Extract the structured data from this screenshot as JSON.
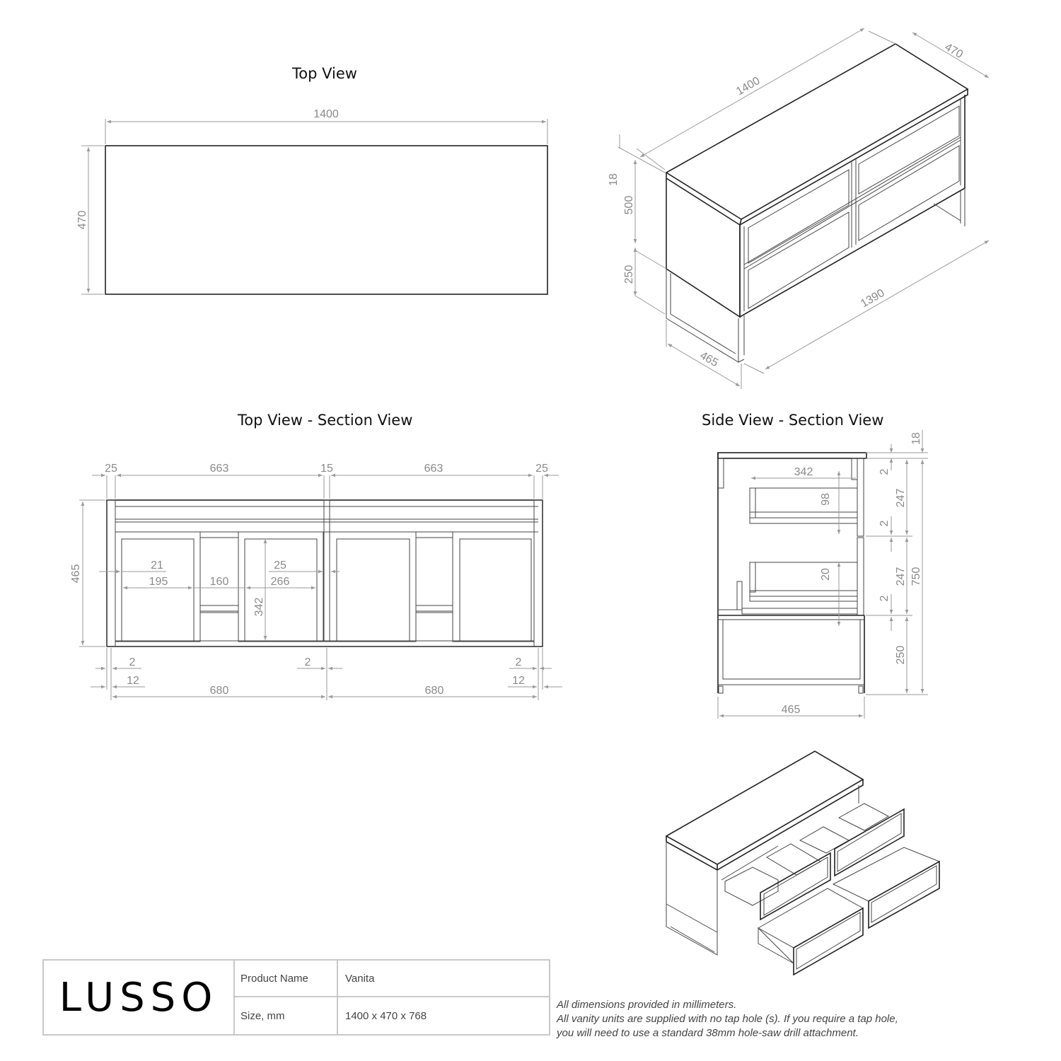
{
  "views": {
    "top_view": {
      "title": "Top View",
      "width": "1400",
      "depth": "470"
    },
    "isometric": {
      "top_length": "1400",
      "top_depth": "470",
      "top_thickness": "18",
      "cabinet_height": "500",
      "leg_height": "250",
      "frame_length": "1390",
      "frame_depth": "465"
    },
    "top_section": {
      "title": "Top View - Section View",
      "top_dims": [
        "25",
        "663",
        "15",
        "663",
        "25"
      ],
      "height": "465",
      "inner": {
        "side_gap": "21",
        "drawer_width": "195",
        "middle_width": "160",
        "right_gap": "25",
        "right_drawer_width": "266",
        "drawer_depth": "342"
      },
      "bottom": {
        "gap_left": "2",
        "gap_mid": "2",
        "gap_right": "2",
        "offset_left": "12",
        "offset_right": "12",
        "module_left": "680",
        "module_right": "680"
      }
    },
    "side_section": {
      "title": "Side View - Section View",
      "drawer_depth": "342",
      "upper_drawer_height": "98",
      "lower_offset": "20",
      "top_thickness": "18",
      "gaps": [
        "2",
        "2",
        "2"
      ],
      "drawer_fronts": [
        "247",
        "247"
      ],
      "total_height": "750",
      "leg_height": "250",
      "depth": "465"
    }
  },
  "title_block": {
    "logo": "LUSSO",
    "product_name_label": "Product Name",
    "product_name_value": "Vanita",
    "size_label": "Size, mm",
    "size_value": "1400 x 470 x 768"
  },
  "notes": [
    "All dimensions provided in millimeters.",
    "All vanity units are supplied with no tap hole (s). If you require a tap hole,",
    "you will need to use a standard 38mm hole-saw drill attachment."
  ]
}
